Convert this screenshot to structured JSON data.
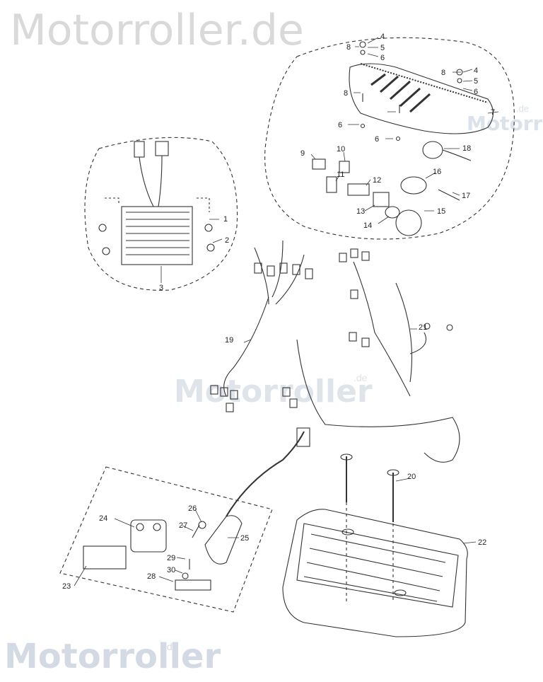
{
  "watermarks": {
    "top": "Motorroller.de",
    "middle": "Motorroller",
    "middle_suffix": ".de",
    "bottom": "Motorroller",
    "bottom_suffix": ".de",
    "right": "Motorroller",
    "right_suffix": ".de"
  },
  "callouts": [
    "1",
    "2",
    "3",
    "4",
    "5",
    "6",
    "7",
    "8",
    "9",
    "10",
    "11",
    "12",
    "13",
    "14",
    "15",
    "16",
    "17",
    "18",
    "19",
    "20",
    "21",
    "22",
    "23",
    "24",
    "25",
    "26",
    "27",
    "28",
    "29",
    "30"
  ],
  "colors": {
    "line": "#333333",
    "label": "#222222",
    "watermark": "#d9d9d9"
  }
}
